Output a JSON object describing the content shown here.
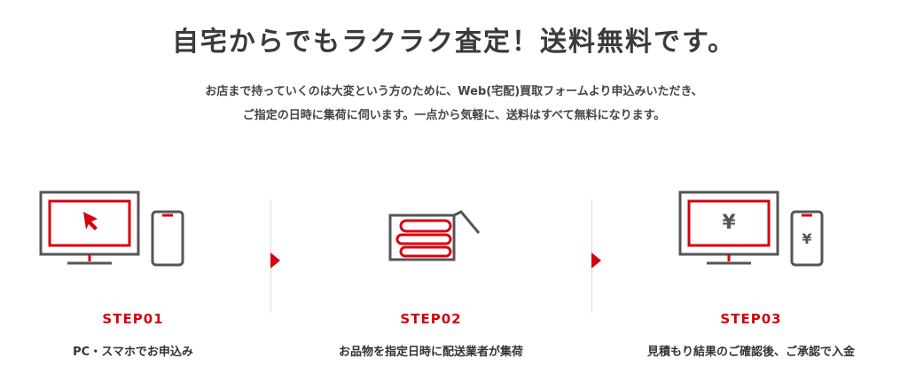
{
  "colors": {
    "accent": "#d7000f",
    "icon_gray": "#555555",
    "text": "#333333",
    "divider": "#dddddd"
  },
  "header": {
    "title": "自宅からでもラクラク査定！送料無料です。",
    "description_line1": "お店まで持っていくのは大変という方のために、Web(宅配)買取フォームより申込みいただき、",
    "description_line2": "ご指定の日時に集荷に伺います。一点から気軽に、送料はすべて無料になります。"
  },
  "steps": [
    {
      "label": "STEP01",
      "caption": "PC・スマホでお申込み",
      "icon": "pc-smartphone-cursor-icon"
    },
    {
      "label": "STEP02",
      "caption": "お品物を指定日時に配送業者が集荷",
      "icon": "box-pickup-icon"
    },
    {
      "label": "STEP03",
      "caption": "見積もり結果のご確認後、ご承認で入金",
      "icon": "pc-smartphone-yen-icon",
      "yen_symbol": "¥"
    }
  ]
}
